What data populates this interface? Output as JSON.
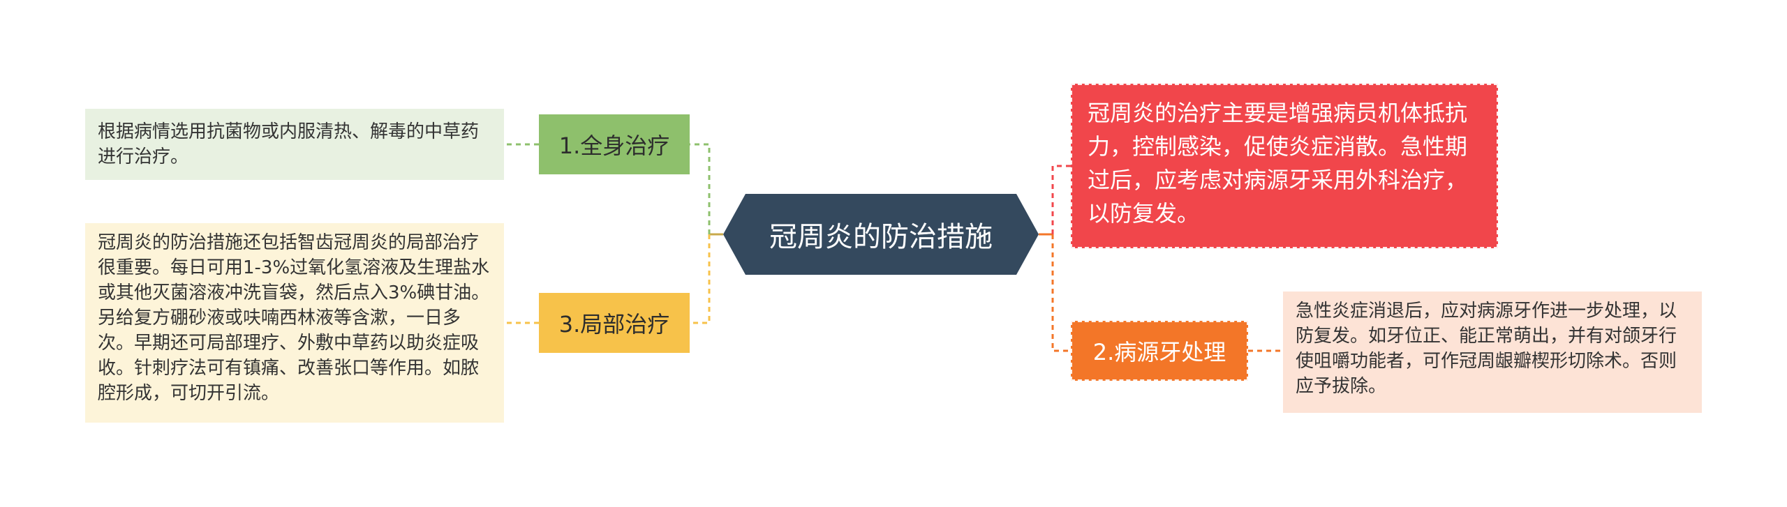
{
  "center": {
    "title": "冠周炎的防治措施"
  },
  "branches": {
    "systemic": {
      "label": "1.全身治疗",
      "detail": "根据病情选用抗菌物或内服清热、解毒的中草药进行治疗。"
    },
    "local": {
      "label": "3.局部治疗",
      "detail": "冠周炎的防治措施还包括智齿冠周炎的局部治疗很重要。每日可用1-3%过氧化氢溶液及生理盐水或其他灭菌溶液冲洗盲袋，然后点入3%碘甘油。另给复方硼砂液或呋喃西林液等含漱，一日多次。早期还可局部理疗、外敷中草药以助炎症吸收。针刺疗法可有镇痛、改善张口等作用。如脓腔形成，可切开引流。"
    },
    "summary": {
      "detail": "冠周炎的治疗主要是增强病员机体抵抗力，控制感染，促使炎症消散。急性期过后，应考虑对病源牙采用外科治疗，以防复发。"
    },
    "tooth": {
      "label": "2.病源牙处理",
      "detail": "急性炎症消退后，应对病源牙作进一步处理，以防复发。如牙位正、能正常萌出，并有对颌牙行使咀嚼功能者，可作冠周龈瓣楔形切除术。否则应予拔除。"
    }
  },
  "colors": {
    "center": "#34495e",
    "systemic": "#8ec06c",
    "local": "#f7c24a",
    "summary": "#f1464b",
    "tooth": "#f37628"
  }
}
